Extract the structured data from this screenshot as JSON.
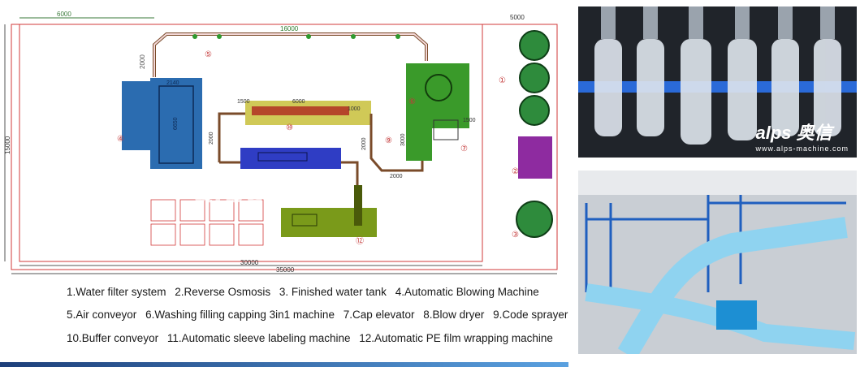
{
  "layout": {
    "dimensions": {
      "top_left": "6000",
      "top_right": "5000",
      "top_conveyor": "16000",
      "left_height": "15000",
      "bottom_inner": "30000",
      "bottom_outer": "35000",
      "pipe_vertical": "2000",
      "blower_width": "2140",
      "blower_height": "6650",
      "buffer_left": "1500",
      "buffer_len": "6000",
      "buffer_right": "1000",
      "washer_left": "2000",
      "dryer_left": "2000",
      "conveyor_low": "2000",
      "filler_dim": "3000",
      "cap_dim": "1500"
    },
    "callouts": [
      "①",
      "②",
      "③",
      "④",
      "⑤",
      "⑥",
      "⑦",
      "⑨",
      "⑩",
      "⑫"
    ],
    "watermark": "alps 奥信",
    "colors": {
      "blower": "#2b6cb0",
      "filler": "#3a9a2a",
      "buffer": "#a8a622",
      "sleeve": "#2f3dc4",
      "wrapper": "#7a9a1a",
      "osmosis": "#8e2ba0",
      "tanks": "#2e8b3c",
      "outline": "#d23a3a",
      "pipe": "#7a4b2a"
    }
  },
  "legend": {
    "line1": [
      "1.Water filter system",
      "2.Reverse Osmosis",
      "3. Finished water tank",
      "4.Automatic Blowing Machine"
    ],
    "line2": [
      "5.Air conveyor",
      "6.Washing filling capping 3in1 machine",
      "7.Cap elevator",
      "8.Blow dryer",
      "9.Code sprayer"
    ],
    "line3": [
      "10.Buffer conveyor",
      "11.Automatic sleeve labeling machine",
      "12.Automatic PE film wrapping machine"
    ]
  },
  "photos": {
    "top_brand": "alps 奥信",
    "top_brand_sub": "www.alps-machine.com"
  }
}
